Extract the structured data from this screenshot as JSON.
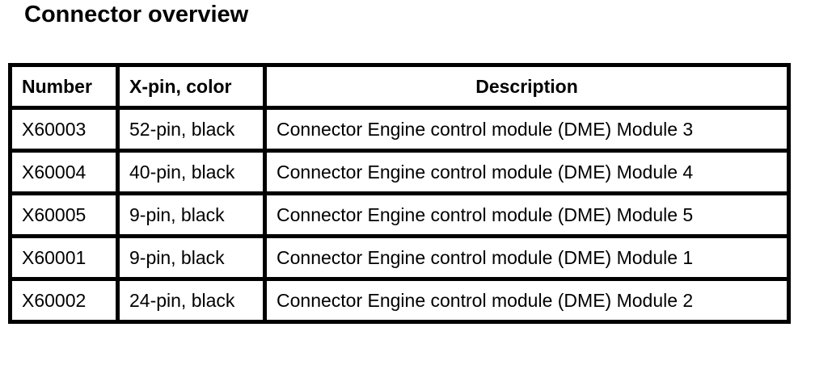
{
  "page": {
    "title": "Connector overview"
  },
  "colors": {
    "background": "#ffffff",
    "text": "#000000",
    "table_border": "#000000"
  },
  "table": {
    "columns": [
      "Number",
      "X-pin, color",
      "Description"
    ],
    "rows": [
      {
        "number": "X60003",
        "pin_color": "52-pin, black",
        "description": "Connector Engine control module (DME) Module 3"
      },
      {
        "number": "X60004",
        "pin_color": "40-pin, black",
        "description": "Connector Engine control module (DME) Module 4"
      },
      {
        "number": "X60005",
        "pin_color": "9-pin, black",
        "description": "Connector Engine control module (DME) Module 5"
      },
      {
        "number": "X60001",
        "pin_color": "9-pin, black",
        "description": "Connector Engine control module (DME) Module 1"
      },
      {
        "number": "X60002",
        "pin_color": "24-pin, black",
        "description": "Connector Engine control module (DME) Module 2"
      }
    ]
  }
}
